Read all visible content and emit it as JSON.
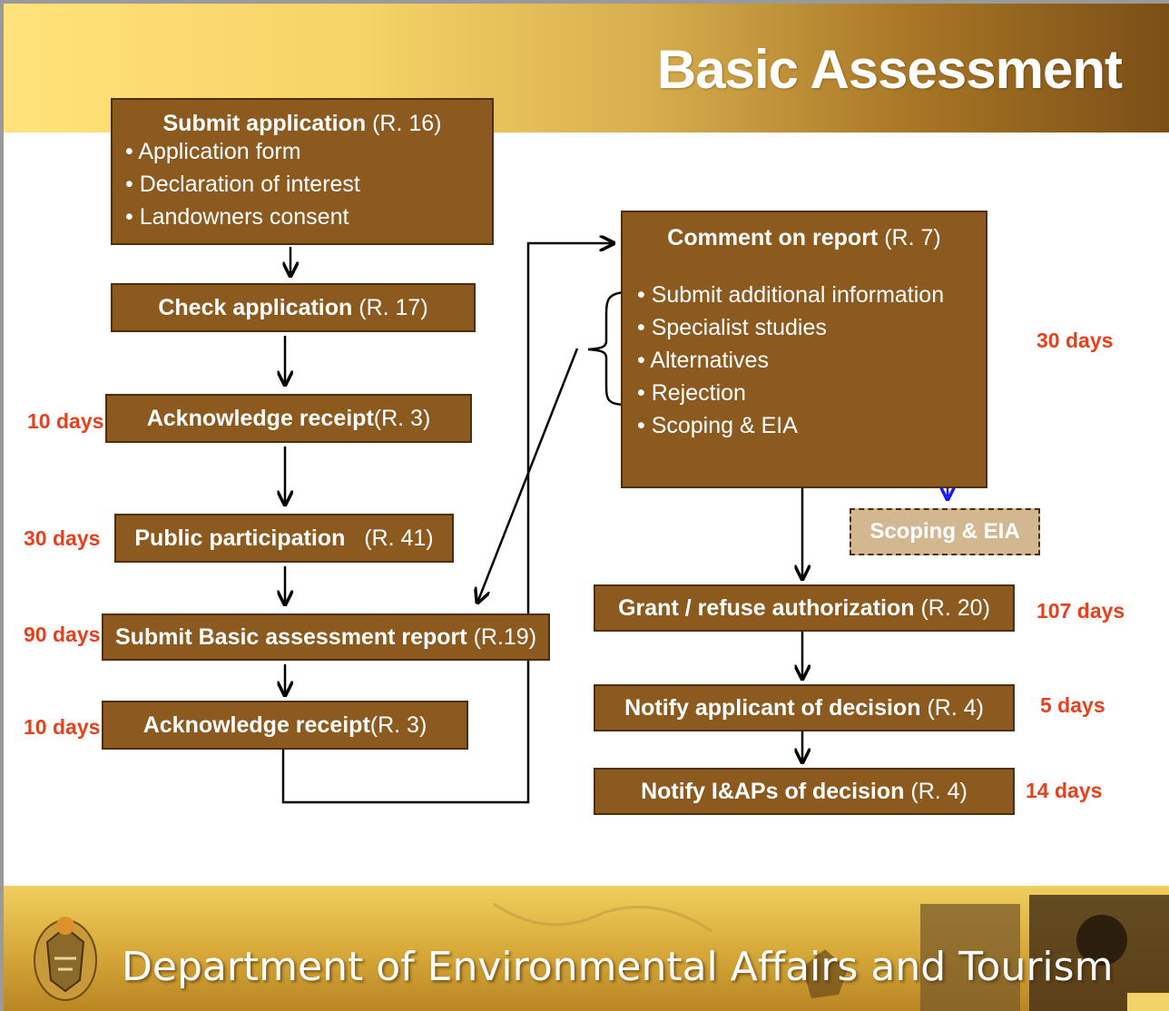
{
  "slide": {
    "title": "Basic Assessment",
    "footer": "Department of Environmental Affairs and Tourism"
  },
  "steps": {
    "submit_application": {
      "title": "Submit application",
      "reg": "(R. 16)",
      "bullets": [
        "Application  form",
        "Declaration of interest",
        "Landowners consent"
      ]
    },
    "check_application": {
      "title": "Check application",
      "reg": "(R. 17)"
    },
    "acknowledge_receipt_1": {
      "title": "Acknowledge  receipt",
      "reg": "(R. 3)",
      "days": "10 days"
    },
    "public_participation": {
      "title": "Public participation",
      "reg": "(R. 41)",
      "days": "30 days"
    },
    "submit_ba_report": {
      "title": "Submit  Basic assessment report",
      "reg": "(R.19)",
      "days": "90 days"
    },
    "acknowledge_receipt_2": {
      "title": "Acknowledge  receipt",
      "reg": "(R. 3)",
      "days": "10 days"
    },
    "comment_on_report": {
      "title": "Comment  on report",
      "reg": "(R. 7)",
      "days": "30 days",
      "bullets": [
        "Submit additional  information",
        "Specialist studies",
        "Alternatives",
        "Rejection",
        "Scoping & EIA"
      ]
    },
    "scoping_eia": {
      "title": "Scoping & EIA"
    },
    "grant_refuse": {
      "title": "Grant / refuse authorization",
      "reg": "(R. 20)",
      "days": "107 days"
    },
    "notify_applicant": {
      "title": "Notify applicant of decision",
      "reg": "(R. 4)",
      "days": "5 days"
    },
    "notify_iaps": {
      "title": "Notify I&APs  of decision",
      "reg": "(R. 4)",
      "days": "14 days"
    }
  },
  "colors": {
    "box_fill": "#8c5a1f",
    "box_border": "#4d2f0c",
    "days_text": "#e8401c",
    "optional_box_fill": "#d2b791",
    "dashed_arrow": "#1a1aff",
    "header_gold": "#f6d466",
    "header_brown": "#7a4d16"
  }
}
